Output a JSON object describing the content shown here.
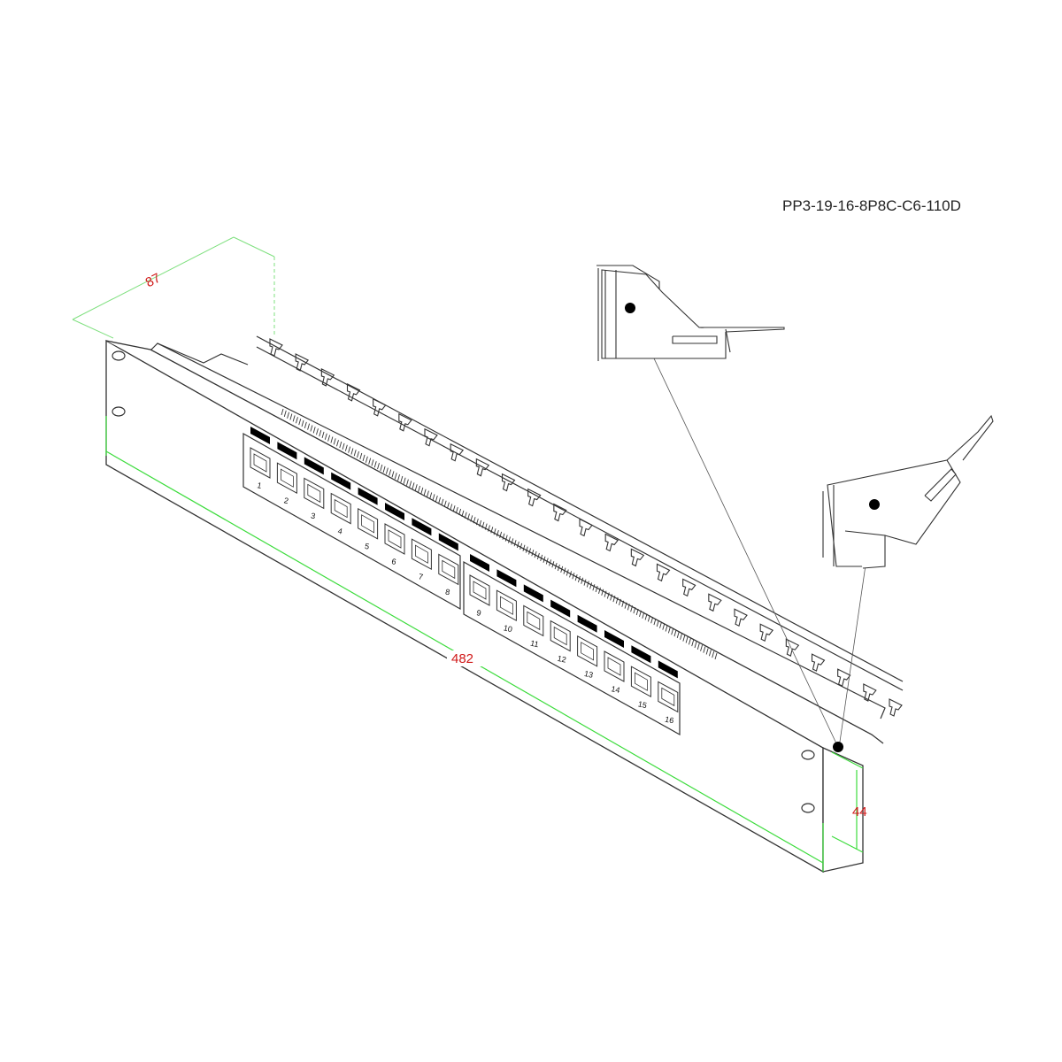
{
  "model_code": "PP3-19-16-8P8C-C6-110D",
  "dimensions": {
    "depth": "87",
    "width": "482",
    "height": "44"
  },
  "port_labels": [
    "1",
    "2",
    "3",
    "4",
    "5",
    "6",
    "7",
    "8",
    "9",
    "10",
    "11",
    "12",
    "13",
    "14",
    "15",
    "16"
  ],
  "colors": {
    "outline": "#333333",
    "dimension_line": "#3ddc3d",
    "depth_line": "#7fe07f",
    "dimension_text": "#d01818",
    "label_block": "#000000"
  }
}
